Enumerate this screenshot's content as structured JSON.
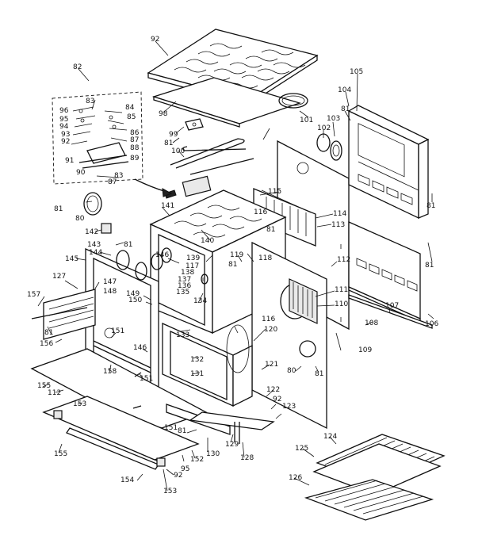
{
  "labels": [
    "92",
    "98",
    "99",
    "81",
    "100",
    "101",
    "102",
    "103",
    "81",
    "105",
    "104",
    "82",
    "83",
    "84",
    "96",
    "95",
    "94",
    "85",
    "86",
    "87",
    "93",
    "92",
    "88",
    "91",
    "89",
    "90",
    "83",
    "87",
    "81",
    "80",
    "115",
    "116",
    "114",
    "113",
    "141",
    "142",
    "81",
    "140",
    "143",
    "81",
    "144",
    "146",
    "145",
    "139",
    "117",
    "119",
    "118",
    "81",
    "138",
    "137",
    "136",
    "135",
    "112",
    "127",
    "147",
    "148",
    "134",
    "111",
    "110",
    "149",
    "150",
    "157",
    "107",
    "81",
    "133",
    "108",
    "106",
    "156",
    "151",
    "146",
    "120",
    "116",
    "132",
    "109",
    "131",
    "121",
    "80",
    "81",
    "151",
    "155",
    "158",
    "112",
    "122",
    "92",
    "123",
    "153",
    "151",
    "81",
    "130",
    "129",
    "128",
    "155",
    "95",
    "152",
    "124",
    "125",
    "154",
    "92",
    "153",
    "126",
    "81",
    "81"
  ]
}
